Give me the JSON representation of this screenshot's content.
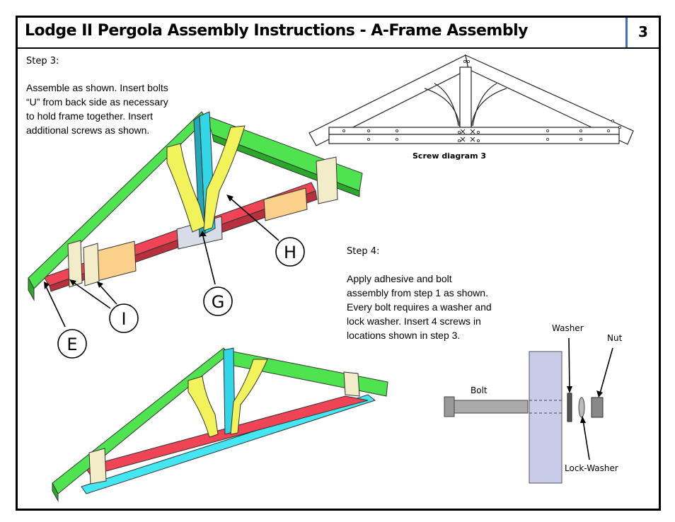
{
  "header": {
    "title": "Lodge II Pergola Assembly Instructions - A-Frame Assembly",
    "page_number": "3"
  },
  "step3": {
    "heading": "Step 3:",
    "lines": [
      "Assemble as shown. Insert bolts",
      "“U” from back side as necessary",
      "to hold frame together. Insert",
      "additional screws as shown."
    ]
  },
  "screw_diagram": {
    "caption": "Screw diagram 3"
  },
  "callouts": {
    "h": "H",
    "g": "G",
    "i": "I",
    "e": "E"
  },
  "step4": {
    "heading": "Step 4:",
    "lines": [
      "Apply adhesive and bolt",
      "assembly from step 1 as shown.",
      "Every bolt requires a washer and",
      "lock washer.  Insert 4 screws in",
      "locations shown in step 3."
    ]
  },
  "bolt_diagram": {
    "bolt": "Bolt",
    "washer": "Washer",
    "nut": "Nut",
    "lock_washer": "Lock-Washer"
  },
  "colors": {
    "rafter": "#4fe34f",
    "king_post": "#32d6e6",
    "brace": "#f2f25a",
    "chord": "#ee4455",
    "bottom_chord": "#44e6f2",
    "gusset_orange": "#fbd08a",
    "block_tan": "#f2ecc8",
    "plate": "#d8dce8",
    "beam": "#c8cce8",
    "accent_blue": "#3b6fc4"
  }
}
